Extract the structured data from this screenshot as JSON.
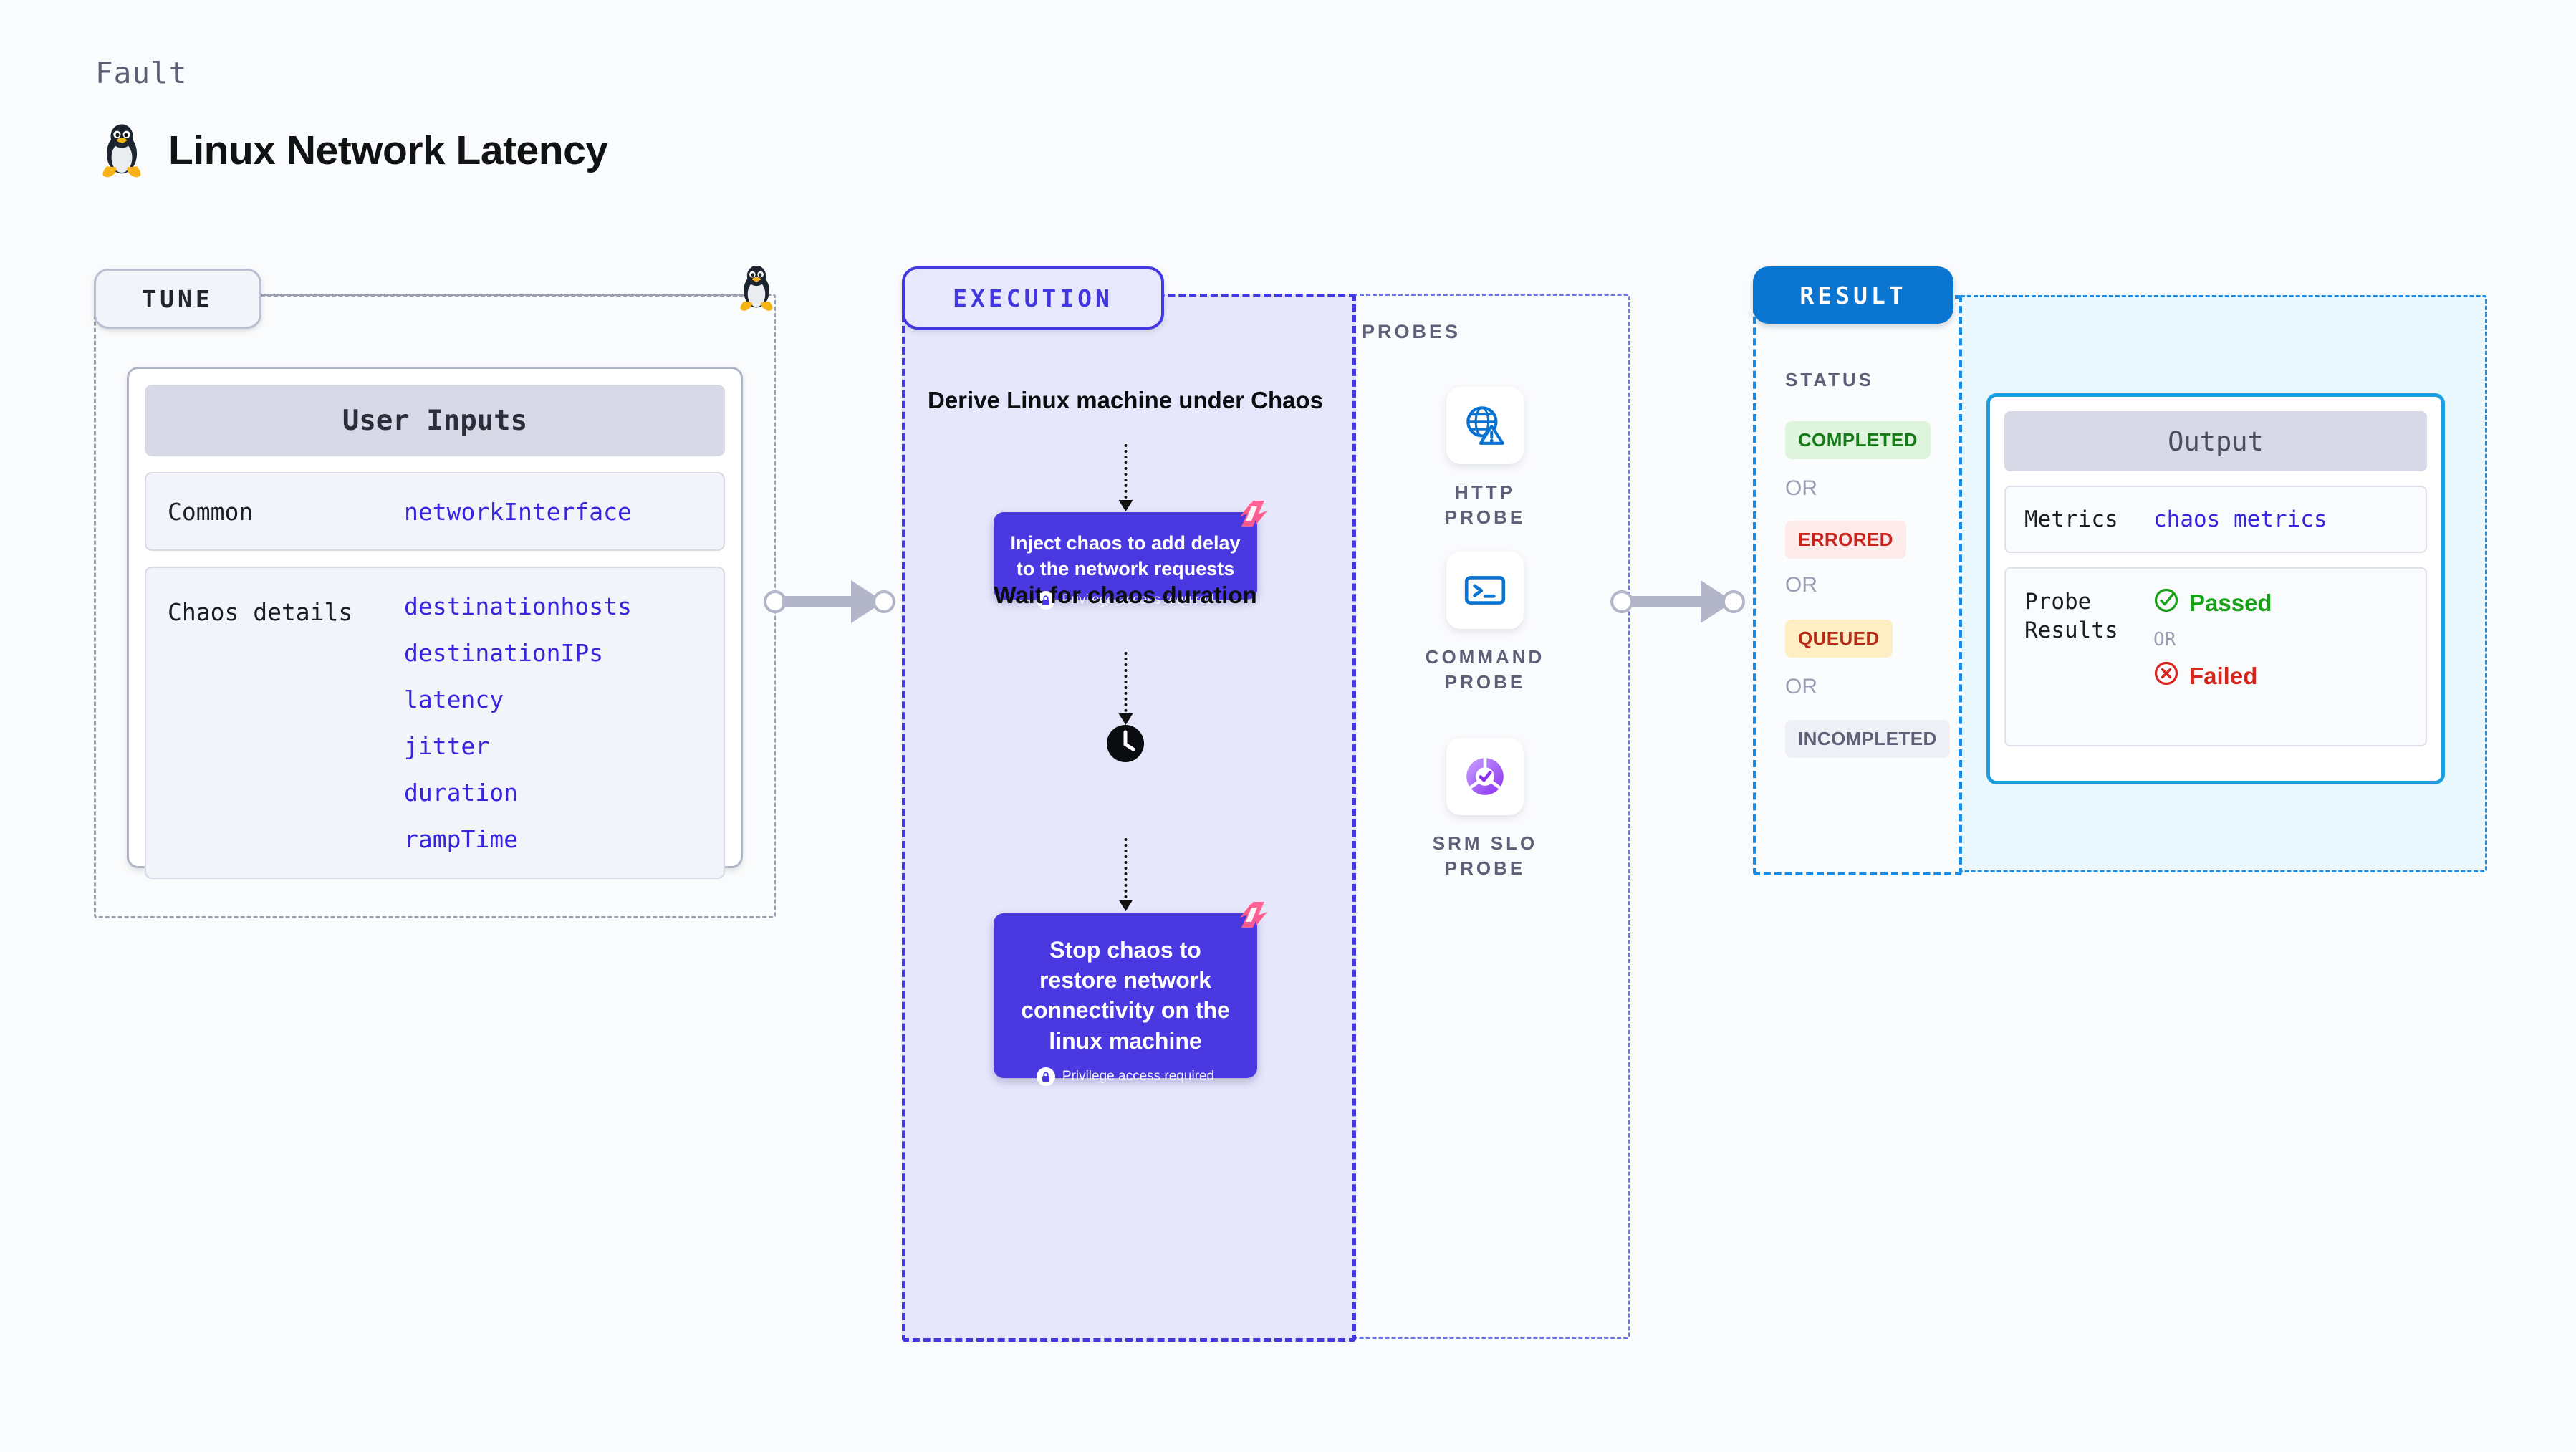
{
  "header": {
    "kicker": "Fault",
    "title": "Linux Network Latency",
    "icon": "linux-penguin-icon"
  },
  "tune": {
    "pill_label": "TUNE",
    "card": {
      "header": "User Inputs",
      "rows": [
        {
          "label": "Common",
          "values": [
            "networkInterface"
          ]
        },
        {
          "label": "Chaos details",
          "values": [
            "destinationhosts",
            "destinationIPs",
            "latency",
            "jitter",
            "duration",
            "rampTime"
          ]
        }
      ]
    }
  },
  "execution": {
    "pill_label": "EXECUTION",
    "steps": [
      {
        "type": "text",
        "label": "Derive Linux machine under Chaos"
      },
      {
        "type": "card",
        "label": "Inject chaos to add delay to the network requests",
        "privilege": "Privilege access required",
        "badge": "harness-logo-icon"
      },
      {
        "type": "text",
        "label": "Wait for chaos duration",
        "icon": "clock-icon"
      },
      {
        "type": "card",
        "label": "Stop chaos to restore network connectivity on the linux machine",
        "privilege": "Privilege access required",
        "badge": "harness-logo-icon"
      }
    ]
  },
  "probes": {
    "label": "PROBES",
    "items": [
      {
        "name": "HTTP PROBE",
        "icon": "globe-warning-icon"
      },
      {
        "name": "COMMAND PROBE",
        "icon": "terminal-icon"
      },
      {
        "name": "SRM SLO PROBE",
        "icon": "slo-check-icon"
      }
    ]
  },
  "result": {
    "pill_label": "RESULT",
    "status_label": "STATUS",
    "or_label": "OR",
    "statuses": [
      {
        "label": "COMPLETED",
        "bg": "#dff4dd",
        "fg": "#177a18"
      },
      {
        "label": "ERRORED",
        "bg": "#fdeaea",
        "fg": "#c8241c"
      },
      {
        "label": "QUEUED",
        "bg": "#fdeec4",
        "fg": "#b72a17"
      },
      {
        "label": "INCOMPLETED",
        "bg": "#eff0f5",
        "fg": "#5c6177"
      }
    ]
  },
  "output": {
    "header": "Output",
    "metrics_label": "Metrics",
    "metrics_value": "chaos metrics",
    "probe_results_label": "Probe Results",
    "passed_label": "Passed",
    "failed_label": "Failed",
    "or_label": "OR"
  },
  "colors": {
    "tune_accent": "#9aa0b0",
    "execution_accent": "#4338e0",
    "result_accent": "#1b8ae0",
    "chaos_card": "#4a38e0",
    "code_text": "#3826dd",
    "harness_pink": "#ff5c8d"
  }
}
